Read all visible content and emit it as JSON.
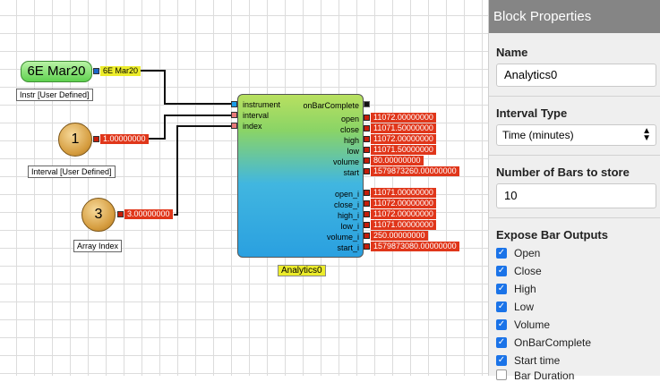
{
  "canvas": {
    "instr_node": {
      "label": "6E Mar20",
      "caption": "Instr [User Defined]",
      "value": "6E Mar20"
    },
    "interval_node": {
      "label": "1",
      "caption": "Interval [User Defined]",
      "value": "1.00000000"
    },
    "index_node": {
      "label": "3",
      "caption": "Array Index",
      "value": "3.00000000"
    },
    "block": {
      "name": "Analytics0",
      "inputs": [
        "instrument",
        "interval",
        "index"
      ],
      "outputs": [
        {
          "label": "onBarComplete",
          "value": ""
        },
        {
          "label": "open",
          "value": "11072.00000000"
        },
        {
          "label": "close",
          "value": "11071.50000000"
        },
        {
          "label": "high",
          "value": "11072.00000000"
        },
        {
          "label": "low",
          "value": "11071.50000000"
        },
        {
          "label": "volume",
          "value": "80.00000000"
        },
        {
          "label": "start",
          "value": "1579873260.00000000"
        },
        {
          "label": "open_i",
          "value": "11071.00000000"
        },
        {
          "label": "close_i",
          "value": "11072.00000000"
        },
        {
          "label": "high_i",
          "value": "11072.00000000"
        },
        {
          "label": "low_i",
          "value": "11071.00000000"
        },
        {
          "label": "volume_i",
          "value": "250.00000000"
        },
        {
          "label": "start_i",
          "value": "1579873080.00000000"
        }
      ]
    }
  },
  "panel": {
    "title": "Block Properties",
    "name_label": "Name",
    "name_value": "Analytics0",
    "interval_type_label": "Interval Type",
    "interval_type_value": "Time (minutes)",
    "bars_label": "Number of Bars to store",
    "bars_value": "10",
    "expose_label": "Expose Bar Outputs",
    "checkboxes": [
      "Open",
      "Close",
      "High",
      "Low",
      "Volume",
      "OnBarComplete",
      "Start time",
      "Bar Duration"
    ]
  },
  "colors": {
    "accent": "#1a73e8",
    "output_value_bg": "#e0361a",
    "caption_bg": "#ecec2a"
  }
}
